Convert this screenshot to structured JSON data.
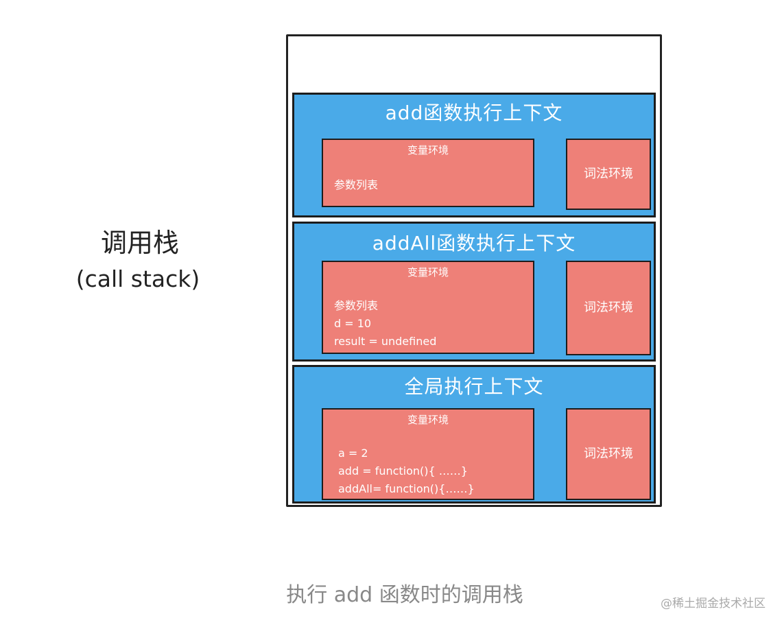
{
  "side_title": {
    "line1": "调用栈",
    "line2": "(call stack)"
  },
  "frames": [
    {
      "title": "add函数执行上下文",
      "variable_env": {
        "label": "变量环境",
        "lines": [
          "参数列表"
        ]
      },
      "lexical_env": "词法环境"
    },
    {
      "title": "addAll函数执行上下文",
      "variable_env": {
        "label": "变量环境",
        "lines": [
          "参数列表",
          "d = 10",
          "result = undefined"
        ]
      },
      "lexical_env": "词法环境"
    },
    {
      "title": "全局执行上下文",
      "variable_env": {
        "label": "变量环境",
        "lines": [
          "a = 2",
          "add = function(){ ……}",
          "addAll= function(){……}"
        ]
      },
      "lexical_env": "词法环境"
    }
  ],
  "caption": "执行 add 函数时的调用栈",
  "watermark": "@稀土掘金技术社区",
  "colors": {
    "frame_blue": "#4aaae8",
    "env_red": "#ee8078",
    "caption_gray": "#888888"
  }
}
